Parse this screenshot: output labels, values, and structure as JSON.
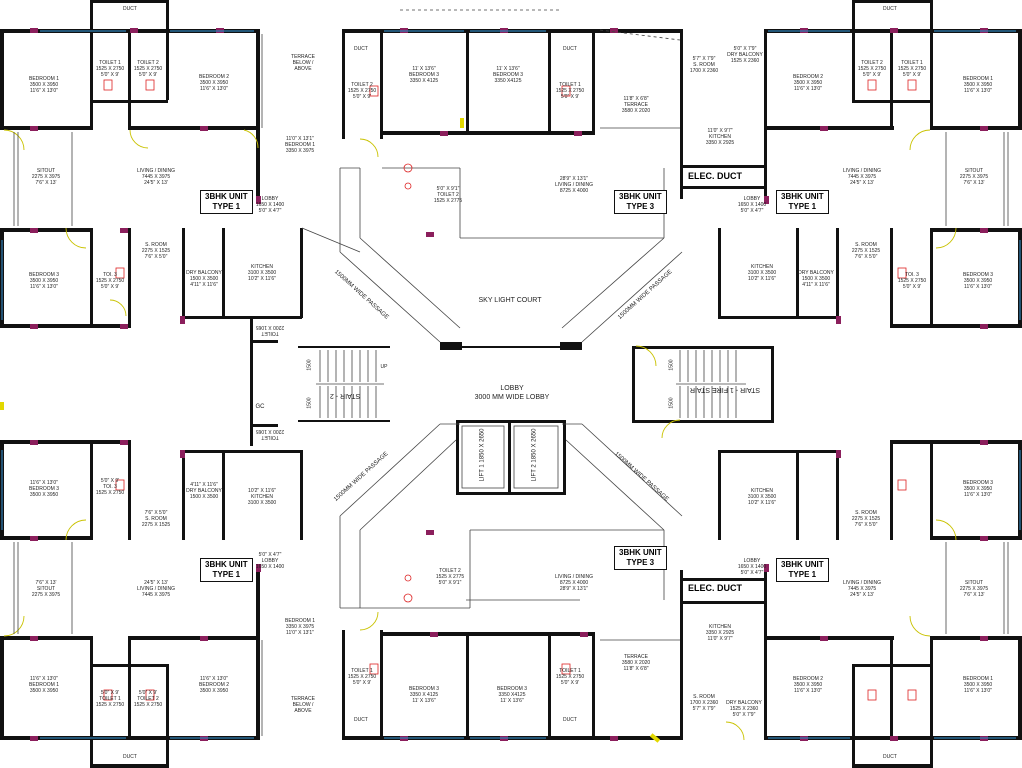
{
  "units": {
    "unit_label": "3BHK UNIT",
    "type1": "TYPE 1",
    "type3": "TYPE 3"
  },
  "rooms": {
    "duct": "DUCT",
    "toilet1": [
      "TOILET 1",
      "1525 X 2750",
      "5'0\" X 9'"
    ],
    "toilet2": [
      "TOILET 2",
      "1525 X 2750",
      "5'0\" X 9'"
    ],
    "toilet2b": [
      "TOILET 2",
      "1525 X 2775",
      "5'0\" X 9'1\""
    ],
    "toilet3": [
      "TOI. 3",
      "1525 X 2750",
      "5'0\" X 9'"
    ],
    "bed1_tl": [
      "BEDROOM 1",
      "3500 X 3950",
      "11'6\" X 13'0\""
    ],
    "bed2_tl": [
      "BEDROOM 2",
      "3500 X 3950",
      "11'6\" X 13'0\""
    ],
    "bed3_tl": [
      "BEDROOM 3",
      "3500 X 3950",
      "11'6\" X 13'0\""
    ],
    "bed1_c": [
      "11'0\" X 13'1\"",
      "BEDROOM 1",
      "3350 X 3975"
    ],
    "bed3_c1": [
      "11' X 13'6\"",
      "BEDROOM 3",
      "3350 X 4125"
    ],
    "bed3_c2": [
      "11' X 13'6\"",
      "BEDROOM 3",
      "3350 X4125"
    ],
    "terrace_ab": [
      "TERRACE",
      "BELOW /",
      "ABOVE"
    ],
    "terrace": [
      "11'8\" X 6'8\"",
      "TERRACE",
      "3580 X 2020"
    ],
    "sroom": [
      "5'7\" X 7'9\"",
      "S. ROOM",
      "1700 X 2360"
    ],
    "sroom_dry": [
      "5'0\" X 7'9\"",
      "DRY BALCONY",
      "1525 X 2360"
    ],
    "kitchen_c": [
      "11'0\" X 9'7\"",
      "KITCHEN",
      "3350 X 2925"
    ],
    "sitout": [
      "SITOUT",
      "2275 X 3975",
      "7'6\" X 13'"
    ],
    "living": [
      "LIVING / DINING",
      "7445 X 3975",
      "24'5\" X 13'"
    ],
    "living_c": [
      "28'9\" X 13'1\"",
      "LIVING / DINING",
      "8725 X 4000"
    ],
    "lobby": [
      "LOBBY",
      "1650 X 1400",
      "5'0\" X 4'7\""
    ],
    "sroom_side": [
      "S. ROOM",
      "2275 X 1525",
      "7'6\" X 5'0\""
    ],
    "dry_balcony": [
      "DRY BALCONY",
      "1500 X 3500",
      "4'11\" X 11'6\""
    ],
    "kitchen": [
      "KITCHEN",
      "3100 X 3500",
      "10'2\" X 11'6\""
    ],
    "toilet_small": [
      "TOILET",
      "2200 X 1065"
    ],
    "elec_duct": "ELEC. DUCT",
    "skylight": "SKY LIGHT COURT",
    "lobby_main": [
      "LOBBY",
      "3000 MM WIDE LOBBY"
    ],
    "lift1": "LIFT 1 1850 X 2650",
    "lift2": "LIFT 2 1850 X 2650",
    "stair1": "STAIR - 1 FIRE STAIR",
    "stair2": "STAIR - 2",
    "passage": "1500MM WIDE PASSAGE",
    "gc": "GC",
    "up": "UP",
    "dim_1500": "1500"
  }
}
